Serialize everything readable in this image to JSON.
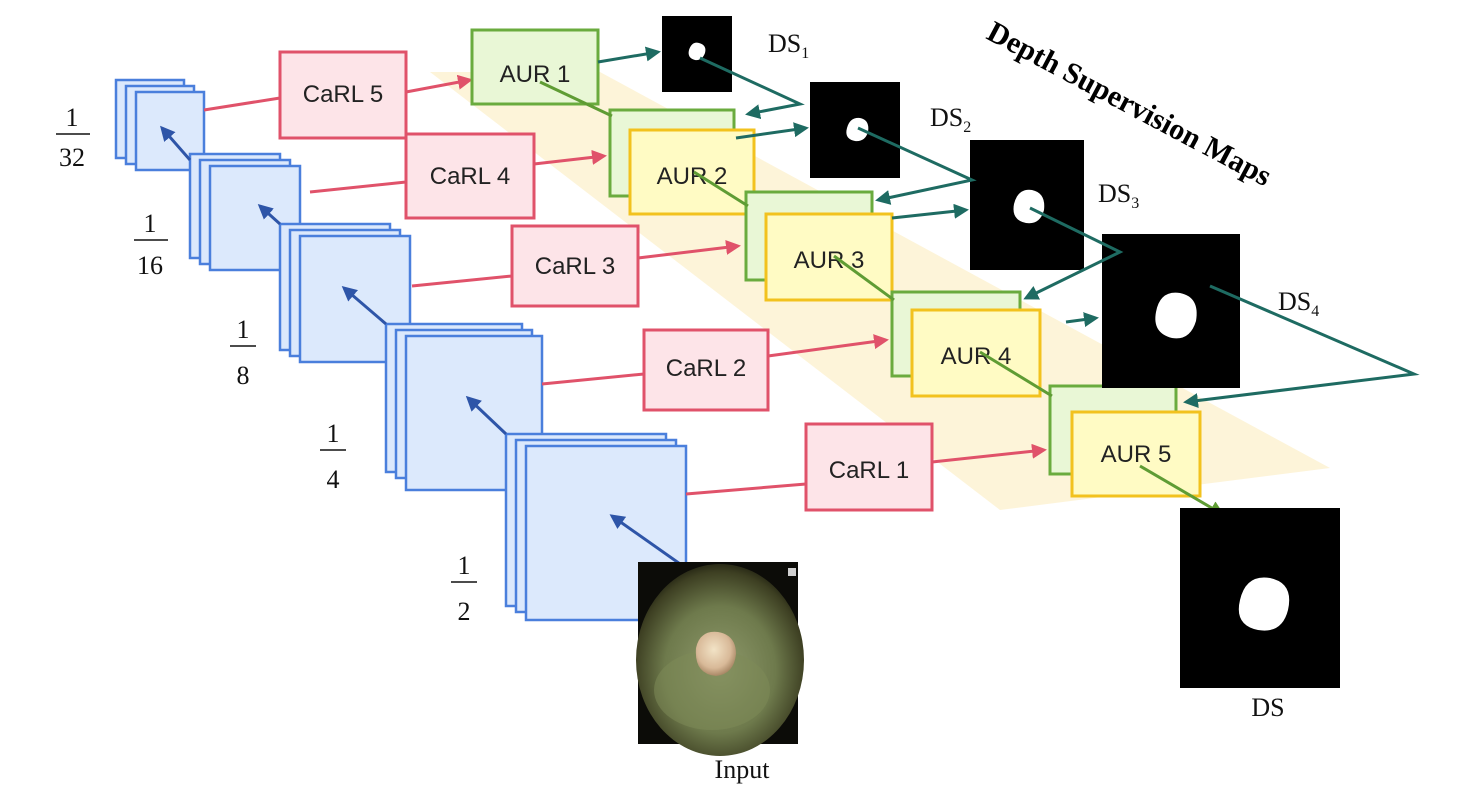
{
  "title": "Depth Supervision Maps",
  "input_label": "Input",
  "output_label": "DS",
  "scales": [
    {
      "num": "1",
      "den": "32"
    },
    {
      "num": "1",
      "den": "16"
    },
    {
      "num": "1",
      "den": "8"
    },
    {
      "num": "1",
      "den": "4"
    },
    {
      "num": "1",
      "den": "2"
    }
  ],
  "carl_blocks": [
    "CaRL 5",
    "CaRL 4",
    "CaRL 3",
    "CaRL 2",
    "CaRL 1"
  ],
  "aur_blocks": [
    "AUR 1",
    "AUR 2",
    "AUR 3",
    "AUR 4",
    "AUR 5"
  ],
  "ds_maps": [
    {
      "base": "DS",
      "sub": "1"
    },
    {
      "base": "DS",
      "sub": "2"
    },
    {
      "base": "DS",
      "sub": "3"
    },
    {
      "base": "DS",
      "sub": "4"
    }
  ],
  "colors": {
    "carl_border": "#e0526a",
    "aur_border": "#f2c21e",
    "aur_back_border": "#6aab3e",
    "feature_map_border": "#4a7fdc",
    "supervision_line": "#1e6b62",
    "band": "#fdf2d2"
  }
}
